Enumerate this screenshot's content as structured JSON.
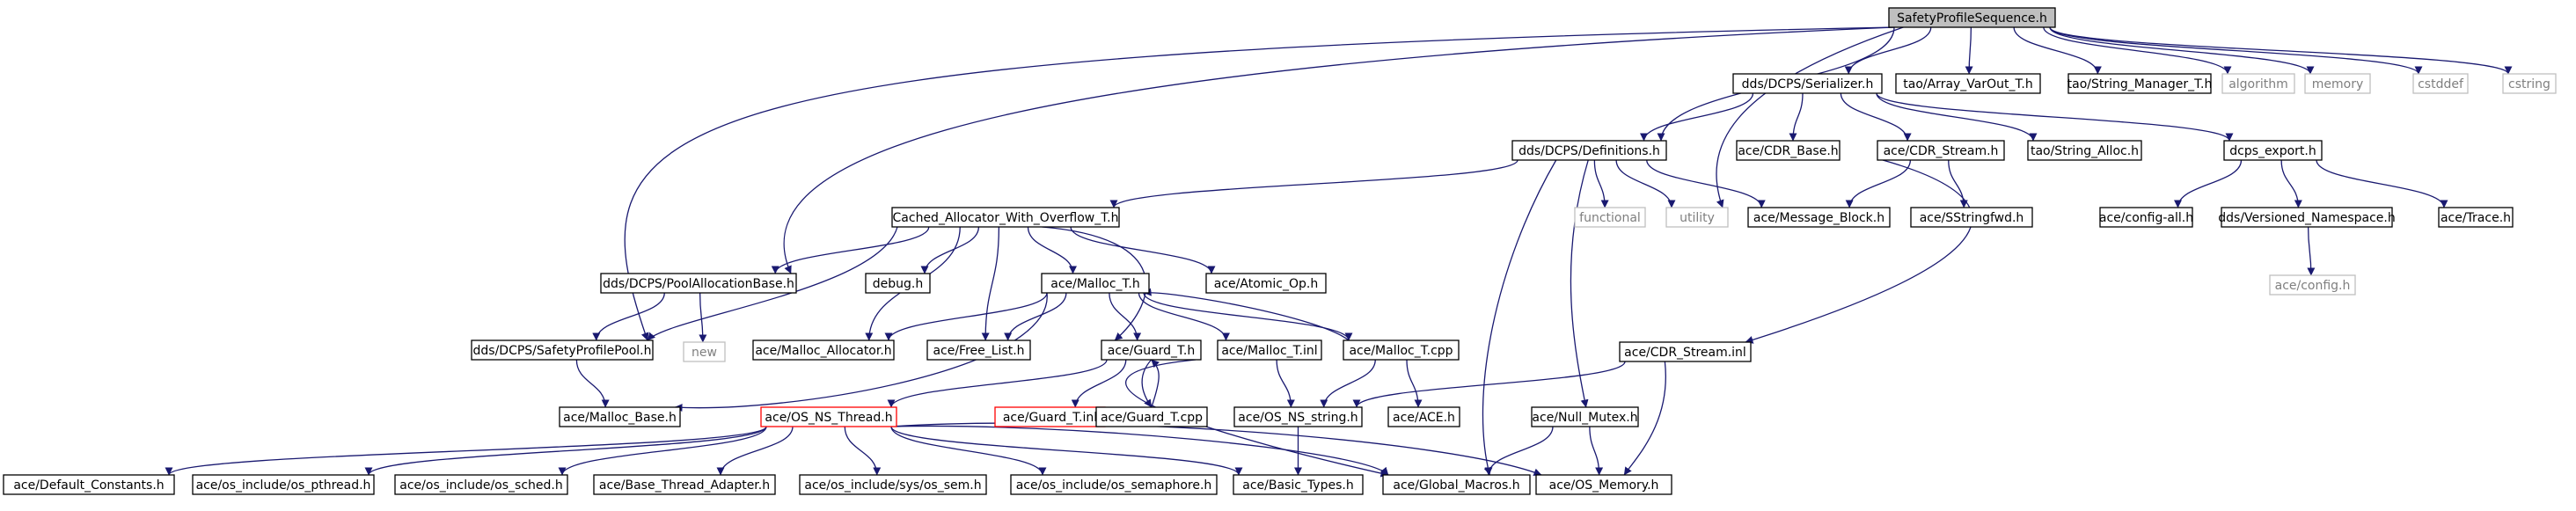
{
  "colors": {
    "edge": "#191970",
    "box_border": "#000000",
    "box_fill": "#ffffff",
    "root_fill": "#bfbfbf",
    "external_border": "#bfbfbf",
    "external_text": "#7f7f7f",
    "truncated_border": "#ff0000",
    "text": "#000000"
  },
  "nodes": [
    {
      "id": "n0",
      "label": "SafetyProfileSequence.h",
      "style": "root"
    },
    {
      "id": "n1",
      "label": "dds/DCPS/Serializer.h"
    },
    {
      "id": "n2",
      "label": "tao/Array_VarOut_T.h"
    },
    {
      "id": "n3",
      "label": "tao/String_Manager_T.h"
    },
    {
      "id": "n4",
      "label": "algorithm",
      "style": "external"
    },
    {
      "id": "n5",
      "label": "memory",
      "style": "external"
    },
    {
      "id": "n6",
      "label": "cstddef",
      "style": "external"
    },
    {
      "id": "n7",
      "label": "cstring",
      "style": "external"
    },
    {
      "id": "n8",
      "label": "dds/DCPS/Definitions.h"
    },
    {
      "id": "n9",
      "label": "ace/CDR_Base.h"
    },
    {
      "id": "n10",
      "label": "ace/CDR_Stream.h"
    },
    {
      "id": "n11",
      "label": "tao/String_Alloc.h"
    },
    {
      "id": "n12",
      "label": "dcps_export.h"
    },
    {
      "id": "n13",
      "label": "Cached_Allocator_With_Overflow_T.h"
    },
    {
      "id": "n14",
      "label": "functional",
      "style": "external"
    },
    {
      "id": "n15",
      "label": "utility",
      "style": "external"
    },
    {
      "id": "n16",
      "label": "ace/Message_Block.h"
    },
    {
      "id": "n17",
      "label": "ace/SStringfwd.h"
    },
    {
      "id": "n18",
      "label": "ace/config-all.h"
    },
    {
      "id": "n19",
      "label": "dds/Versioned_Namespace.h"
    },
    {
      "id": "n20",
      "label": "ace/Trace.h"
    },
    {
      "id": "n21",
      "label": "ace/config.h",
      "style": "external"
    },
    {
      "id": "n22",
      "label": "dds/DCPS/PoolAllocationBase.h"
    },
    {
      "id": "n23",
      "label": "debug.h"
    },
    {
      "id": "n24",
      "label": "ace/Malloc_T.h"
    },
    {
      "id": "n25",
      "label": "ace/Atomic_Op.h"
    },
    {
      "id": "n26",
      "label": "dds/DCPS/SafetyProfilePool.h"
    },
    {
      "id": "n27",
      "label": "new",
      "style": "external"
    },
    {
      "id": "n28",
      "label": "ace/Malloc_Allocator.h"
    },
    {
      "id": "n29",
      "label": "ace/Free_List.h"
    },
    {
      "id": "n30",
      "label": "ace/Guard_T.h"
    },
    {
      "id": "n31",
      "label": "ace/Malloc_T.inl"
    },
    {
      "id": "n32",
      "label": "ace/Malloc_T.cpp"
    },
    {
      "id": "n33",
      "label": "ace/CDR_Stream.inl"
    },
    {
      "id": "n34",
      "label": "ace/Malloc_Base.h"
    },
    {
      "id": "n35",
      "label": "ace/OS_NS_Thread.h",
      "style": "truncated"
    },
    {
      "id": "n36",
      "label": "ace/Guard_T.inl",
      "style": "truncated"
    },
    {
      "id": "n37",
      "label": "ace/Guard_T.cpp"
    },
    {
      "id": "n38",
      "label": "ace/OS_NS_string.h"
    },
    {
      "id": "n39",
      "label": "ace/ACE.h"
    },
    {
      "id": "n40",
      "label": "ace/Null_Mutex.h"
    },
    {
      "id": "n41",
      "label": "ace/Default_Constants.h"
    },
    {
      "id": "n42",
      "label": "ace/os_include/os_pthread.h"
    },
    {
      "id": "n43",
      "label": "ace/os_include/os_sched.h"
    },
    {
      "id": "n44",
      "label": "ace/Base_Thread_Adapter.h"
    },
    {
      "id": "n45",
      "label": "ace/os_include/sys/os_sem.h"
    },
    {
      "id": "n46",
      "label": "ace/os_include/os_semaphore.h"
    },
    {
      "id": "n47",
      "label": "ace/Basic_Types.h"
    },
    {
      "id": "n48",
      "label": "ace/Global_Macros.h"
    },
    {
      "id": "n49",
      "label": "ace/OS_Memory.h"
    }
  ],
  "edges": [
    [
      "n0",
      "n1"
    ],
    [
      "n0",
      "n2"
    ],
    [
      "n0",
      "n3"
    ],
    [
      "n0",
      "n4"
    ],
    [
      "n0",
      "n5"
    ],
    [
      "n0",
      "n6"
    ],
    [
      "n0",
      "n7"
    ],
    [
      "n0",
      "n8"
    ],
    [
      "n0",
      "n15"
    ],
    [
      "n0",
      "n22"
    ],
    [
      "n0",
      "n26"
    ],
    [
      "n1",
      "n8"
    ],
    [
      "n1",
      "n9"
    ],
    [
      "n1",
      "n10"
    ],
    [
      "n1",
      "n11"
    ],
    [
      "n1",
      "n12"
    ],
    [
      "n8",
      "n13"
    ],
    [
      "n8",
      "n14"
    ],
    [
      "n8",
      "n15"
    ],
    [
      "n8",
      "n16"
    ],
    [
      "n8",
      "n40"
    ],
    [
      "n8",
      "n48"
    ],
    [
      "n10",
      "n16"
    ],
    [
      "n10",
      "n17"
    ],
    [
      "n10",
      "n33"
    ],
    [
      "n12",
      "n18"
    ],
    [
      "n12",
      "n19"
    ],
    [
      "n12",
      "n20"
    ],
    [
      "n19",
      "n21"
    ],
    [
      "n13",
      "n22"
    ],
    [
      "n13",
      "n23"
    ],
    [
      "n13",
      "n24"
    ],
    [
      "n13",
      "n25"
    ],
    [
      "n13",
      "n26"
    ],
    [
      "n13",
      "n28"
    ],
    [
      "n13",
      "n29"
    ],
    [
      "n13",
      "n30"
    ],
    [
      "n22",
      "n26"
    ],
    [
      "n22",
      "n27"
    ],
    [
      "n26",
      "n34"
    ],
    [
      "n24",
      "n28"
    ],
    [
      "n24",
      "n29"
    ],
    [
      "n24",
      "n30"
    ],
    [
      "n24",
      "n31"
    ],
    [
      "n24",
      "n32"
    ],
    [
      "n24",
      "n34"
    ],
    [
      "n32",
      "n24"
    ],
    [
      "n32",
      "n38"
    ],
    [
      "n32",
      "n39"
    ],
    [
      "n31",
      "n38"
    ],
    [
      "n30",
      "n35"
    ],
    [
      "n30",
      "n36"
    ],
    [
      "n30",
      "n37"
    ],
    [
      "n30",
      "n48"
    ],
    [
      "n37",
      "n30"
    ],
    [
      "n33",
      "n38"
    ],
    [
      "n33",
      "n49"
    ],
    [
      "n38",
      "n47"
    ],
    [
      "n40",
      "n48"
    ],
    [
      "n40",
      "n49"
    ],
    [
      "n35",
      "n41"
    ],
    [
      "n35",
      "n42"
    ],
    [
      "n35",
      "n43"
    ],
    [
      "n35",
      "n44"
    ],
    [
      "n35",
      "n45"
    ],
    [
      "n35",
      "n46"
    ],
    [
      "n35",
      "n47"
    ],
    [
      "n35",
      "n48"
    ],
    [
      "n35",
      "n49"
    ]
  ]
}
